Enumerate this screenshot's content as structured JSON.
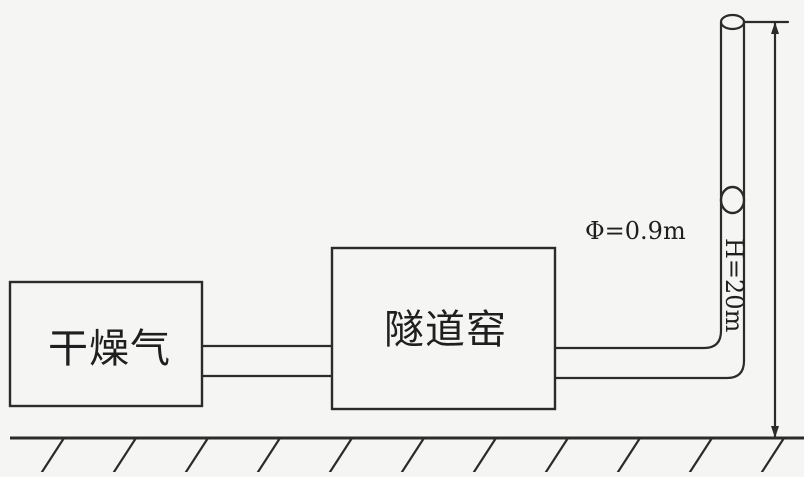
{
  "labels": {
    "dryer": "干燥气",
    "kiln": "隧道窑",
    "diameter": "Φ=0.9m",
    "height": "H=20m"
  },
  "colors": {
    "line": "#2b2b2b",
    "background": "#f5f5f3"
  }
}
